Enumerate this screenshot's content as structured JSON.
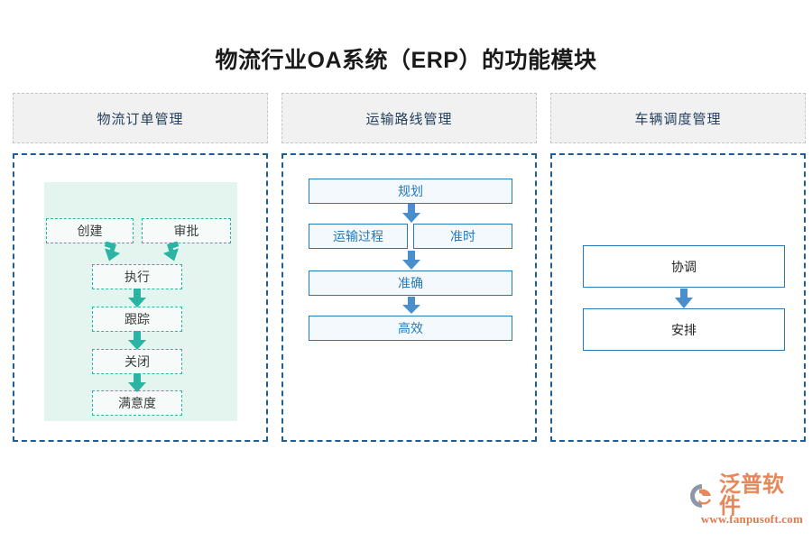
{
  "page": {
    "title": "物流行业OA系统（ERP）的功能模块",
    "background": "#ffffff"
  },
  "colors": {
    "title_text": "#1a1a1a",
    "header_bg": "#f1f1f1",
    "header_border": "#c6c6c6",
    "header_text": "#24405e",
    "panel_border": "#1f5d96",
    "teal_accent": "#2bb3a3",
    "teal_panel_bg": "#e4f5ef",
    "blue_accent": "#2779b8",
    "blue_box_bg": "#f4f9fd",
    "logo_orange": "#e8875a",
    "logo_gray": "#8a98aa"
  },
  "columns": [
    {
      "id": "logistics-order-management",
      "header": "物流订单管理",
      "style": "teal-dashed",
      "nodes": [
        {
          "id": "create",
          "label": "创建"
        },
        {
          "id": "approve",
          "label": "审批"
        },
        {
          "id": "execute",
          "label": "执行"
        },
        {
          "id": "track",
          "label": "跟踪"
        },
        {
          "id": "close",
          "label": "关闭"
        },
        {
          "id": "satisfaction",
          "label": "满意度"
        }
      ],
      "flow": [
        [
          "create",
          "execute"
        ],
        [
          "approve",
          "execute"
        ],
        [
          "execute",
          "track"
        ],
        [
          "track",
          "close"
        ],
        [
          "close",
          "satisfaction"
        ]
      ]
    },
    {
      "id": "transport-route-management",
      "header": "运输路线管理",
      "style": "blue-filled",
      "nodes": [
        {
          "id": "plan",
          "label": "规划"
        },
        {
          "id": "transport",
          "label": "运输过程"
        },
        {
          "id": "ontime",
          "label": "准时"
        },
        {
          "id": "accurate",
          "label": "准确"
        },
        {
          "id": "efficient",
          "label": "高效"
        }
      ],
      "flow": [
        [
          "plan",
          "transport"
        ],
        [
          "transport",
          "accurate"
        ],
        [
          "accurate",
          "efficient"
        ]
      ]
    },
    {
      "id": "vehicle-dispatch-management",
      "header": "车辆调度管理",
      "style": "blue-outline",
      "nodes": [
        {
          "id": "coordinate",
          "label": "协调"
        },
        {
          "id": "arrange",
          "label": "安排"
        }
      ],
      "flow": [
        [
          "coordinate",
          "arrange"
        ]
      ]
    }
  ],
  "logo": {
    "name": "泛普软件",
    "url": "www.fanpusoft.com",
    "mark": "fanpu-logo-icon"
  }
}
